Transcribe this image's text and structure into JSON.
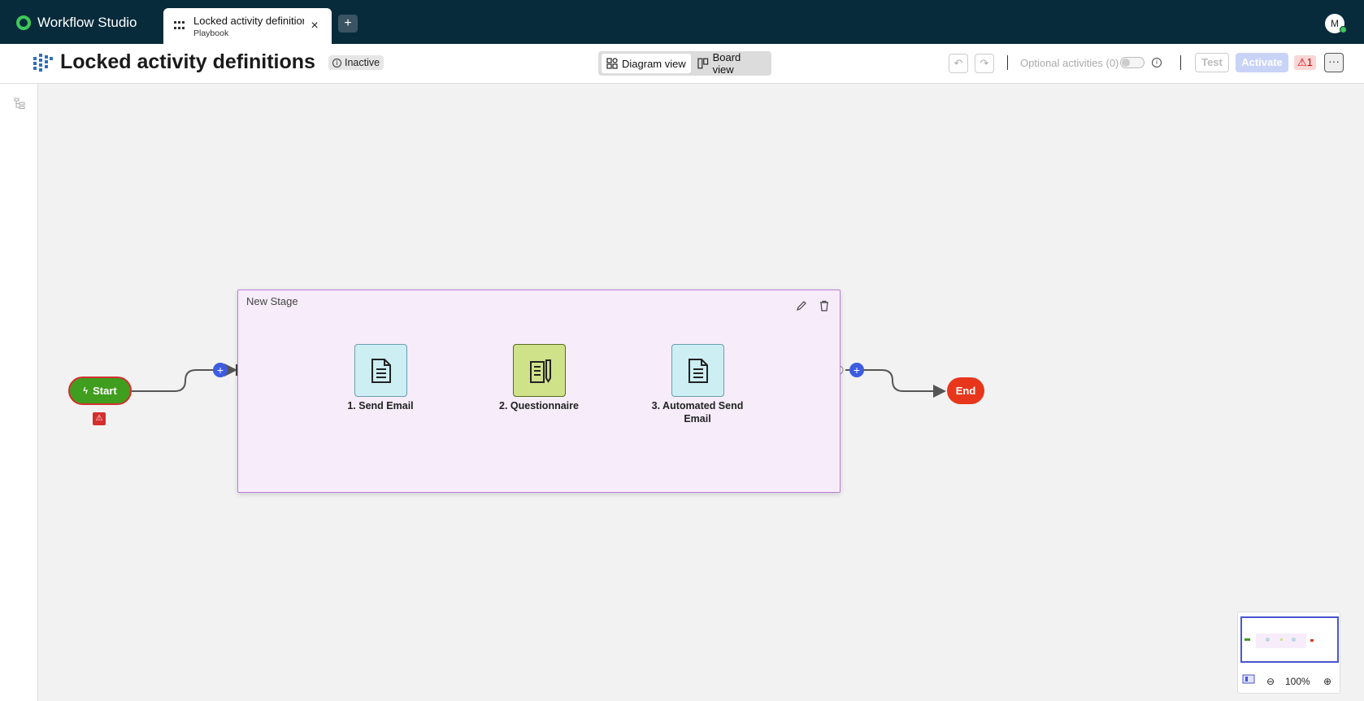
{
  "app": {
    "name": "Workflow Studio"
  },
  "tab": {
    "title": "Locked activity definitions",
    "subtitle": "Playbook",
    "close": "×",
    "new_tab": "+"
  },
  "user": {
    "initial": "M"
  },
  "header": {
    "title": "Locked activity definitions",
    "status": "Inactive",
    "views": {
      "diagram": "Diagram view",
      "board": "Board view",
      "active": "diagram"
    },
    "optional_activities": "Optional activities (0)",
    "test": "Test",
    "activate": "Activate",
    "warnings": "1",
    "more": "···"
  },
  "diagram": {
    "stage": {
      "title": "New Stage"
    },
    "start": "Start",
    "end": "End",
    "activities": [
      {
        "label": "1. Send Email",
        "type": "email"
      },
      {
        "label": "2. Questionnaire",
        "type": "questionnaire"
      },
      {
        "label": "3. Automated Send Email",
        "type": "email"
      }
    ]
  },
  "minimap": {
    "zoom": "100%"
  },
  "colors": {
    "topbar": "#072b3b",
    "accent": "#3d5ce0",
    "start": "#3f9e1e",
    "end": "#e8361c",
    "stage": "#f6ecfa"
  }
}
